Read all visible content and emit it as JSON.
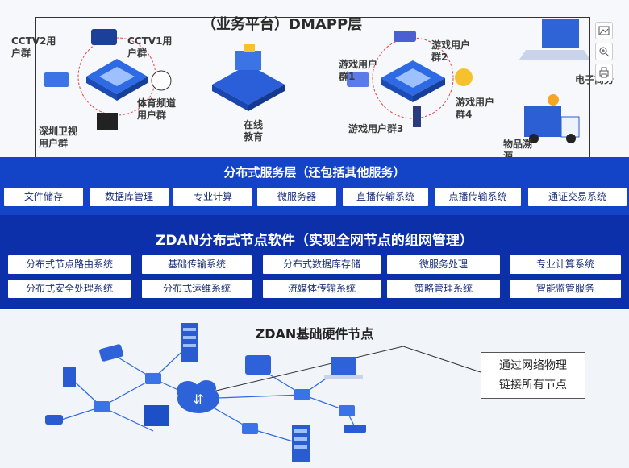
{
  "top": {
    "title": "（业务平台）DMAPP层",
    "labels": {
      "cctv2": "CCTV2用\n户群",
      "cctv1": "CCTV1用\n户群",
      "sports": "体育频道\n用户群",
      "shenzhen": "深圳卫视\n用户群",
      "edu": "在线\n教育",
      "game1": "游戏用户\n群1",
      "game2": "游戏用户\n群2",
      "game3": "游戏用户群3",
      "game4": "游戏用户\n群4",
      "ecommerce": "电子商务",
      "trace": "物品溯\n源"
    },
    "tools": [
      "image-icon",
      "zoom-icon",
      "print-icon"
    ]
  },
  "service": {
    "title": "分布式服务层（还包括其他服务）",
    "items": [
      "文件储存",
      "数据库管理",
      "专业计算",
      "微服务器",
      "直播传输系统",
      "点播传输系统",
      "通证交易系统"
    ]
  },
  "zdan": {
    "title": "ZDAN分布式节点软件（实现全网节点的组网管理）",
    "row1": [
      "分布式节点路由系统",
      "基础传输系统",
      "分布式数据库存储",
      "微服务处理",
      "专业计算系统"
    ],
    "row2": [
      "分布式安全处理系统",
      "分布式运维系统",
      "流媒体传输系统",
      "策略管理系统",
      "智能监管服务"
    ]
  },
  "hardware": {
    "title": "ZDAN基础硬件节点",
    "callout": "通过网络物理\n链接所有节点"
  },
  "colors": {
    "service_band": "#1343c6",
    "zdan_band": "#0c2faa",
    "node_blue": "#2d6ae3"
  }
}
